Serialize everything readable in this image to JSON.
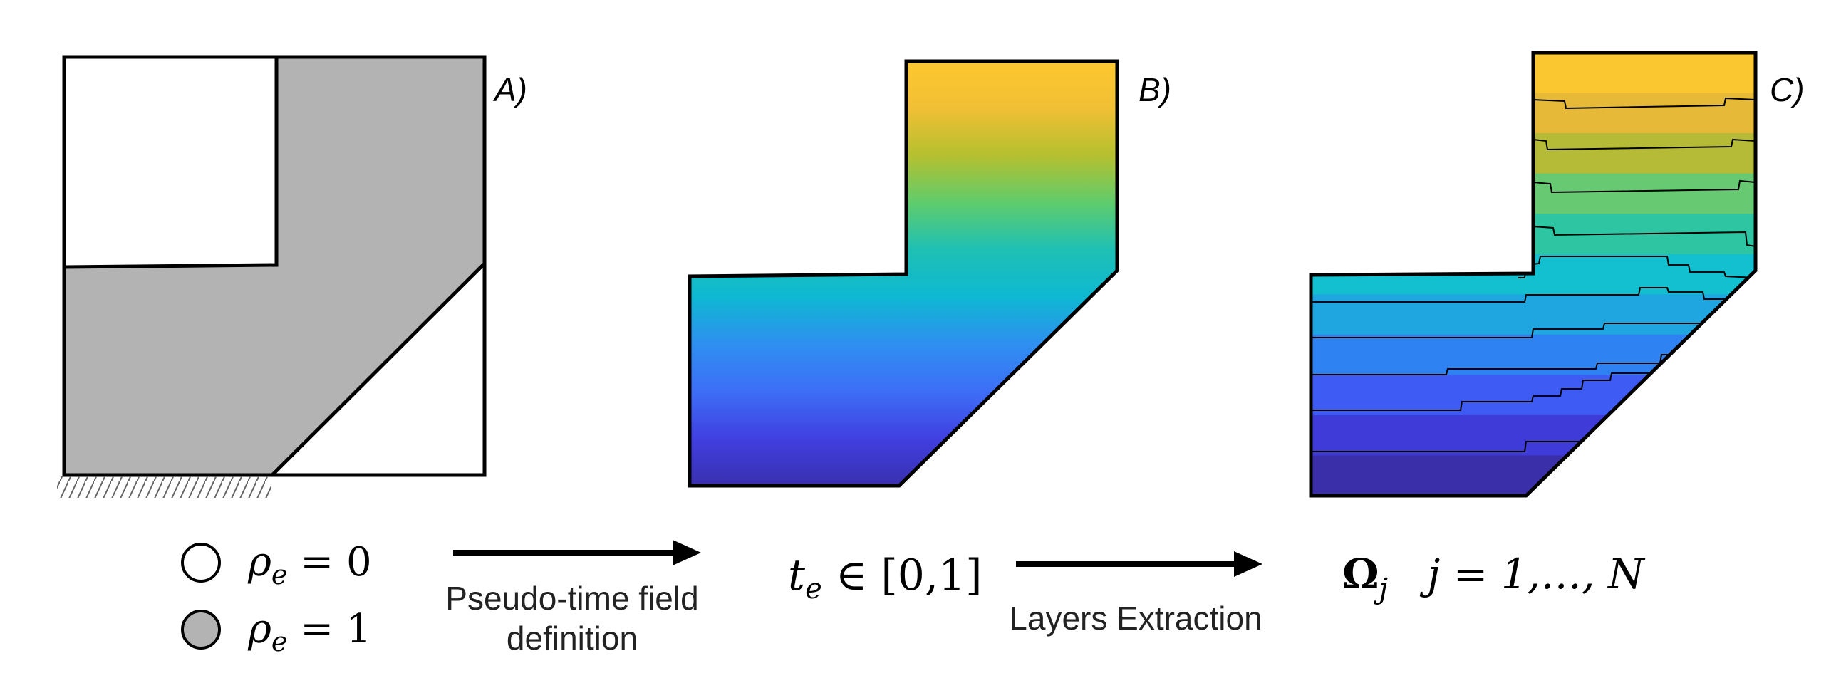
{
  "panels": {
    "a": {
      "label": "A)"
    },
    "b": {
      "label": "B)"
    },
    "c": {
      "label": "C)"
    }
  },
  "legend": {
    "empty": {
      "symbol": "ρ",
      "sub": "e",
      "rest": " = 0",
      "color": "#ffffff"
    },
    "full": {
      "symbol": "ρ",
      "sub": "e",
      "rest": " = 1",
      "color": "#b3b3b3"
    }
  },
  "steps": {
    "first": {
      "line1": "Pseudo-time field",
      "line2": "definition"
    },
    "second": {
      "line1": "Layers Extraction"
    }
  },
  "expressions": {
    "time": {
      "symbol": "t",
      "sub": "e",
      "rest": " ∈ [0,1]"
    },
    "layers": {
      "symbol": "Ω",
      "sub": "j",
      "rest": "   j = 1,…, N"
    }
  },
  "colors": {
    "material": "#b3b3b3",
    "outline": "#000000",
    "gradient": [
      "#fdc82f",
      "#f0bf34",
      "#b5c02f",
      "#5fcc6c",
      "#1ec0b4",
      "#0eb8d2",
      "#2f8ff0",
      "#3d6ef7",
      "#4040e0",
      "#3a2fb0"
    ],
    "layers": [
      "#fbc731",
      "#e6b938",
      "#b5bb36",
      "#67c971",
      "#2ec6a2",
      "#12c0cf",
      "#1fa5e0",
      "#2f82f2",
      "#3e5cf4",
      "#3f3bd8",
      "#3a2fa8"
    ]
  }
}
